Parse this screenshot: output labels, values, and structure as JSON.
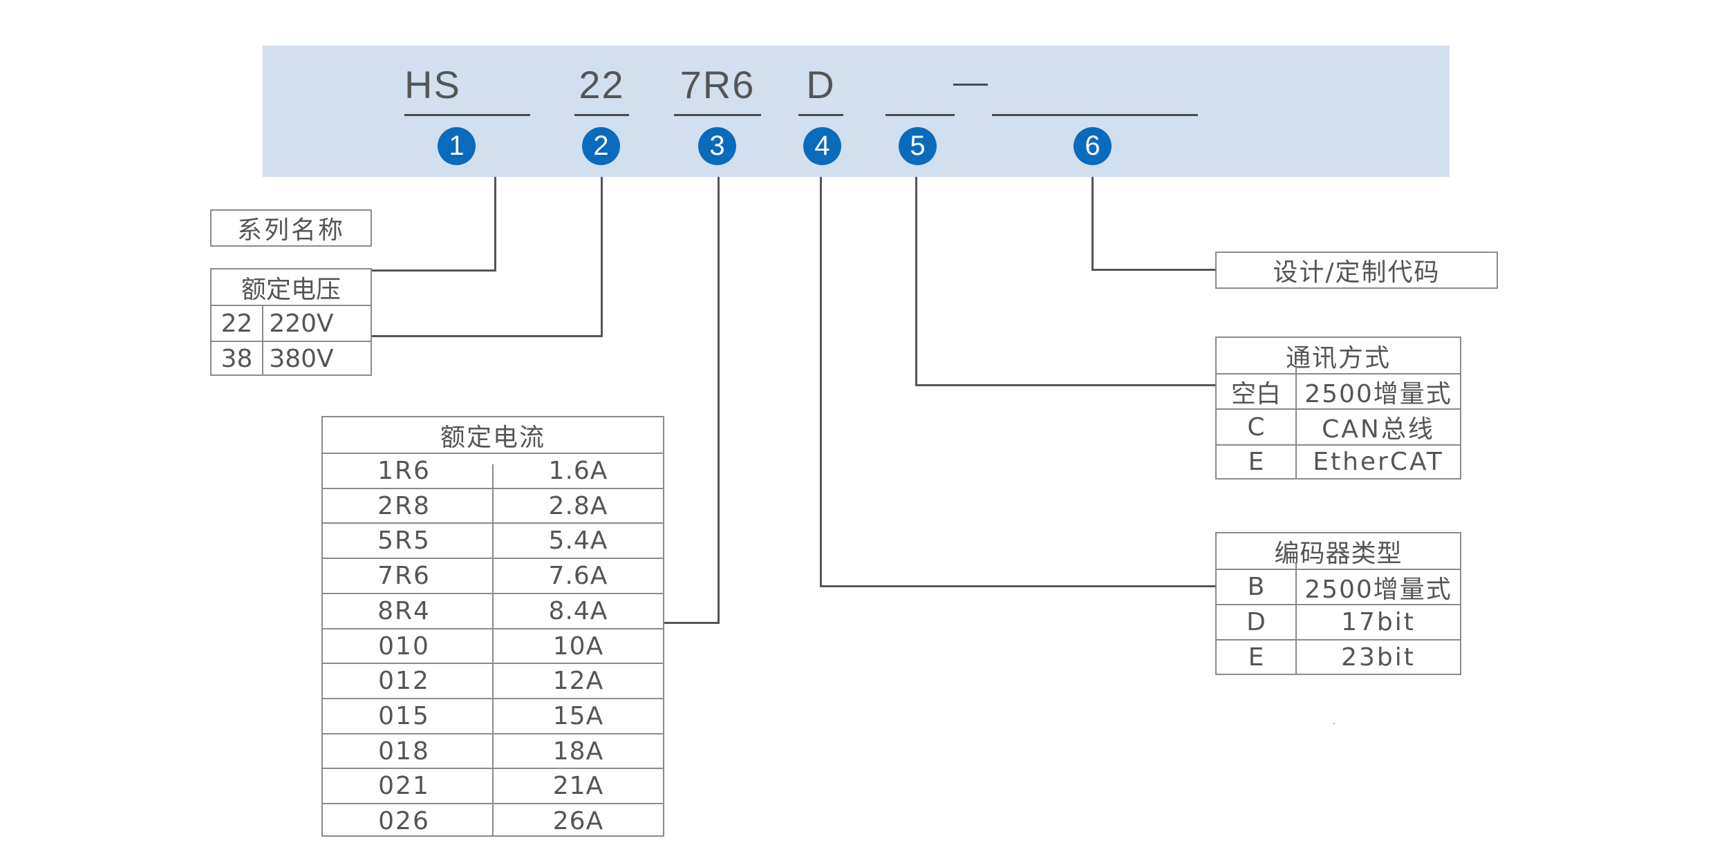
{
  "model_code": {
    "segments": [
      {
        "index": "1",
        "text": "HS"
      },
      {
        "index": "2",
        "text": "22"
      },
      {
        "index": "3",
        "text": "7R6"
      },
      {
        "index": "4",
        "text": "D"
      },
      {
        "index": "5",
        "text": ""
      },
      {
        "index": "6",
        "text": ""
      }
    ],
    "separator": "—"
  },
  "series_name": {
    "title": "系列名称"
  },
  "rated_voltage": {
    "title": "额定电压",
    "rows": [
      {
        "code": "22",
        "value": "220V"
      },
      {
        "code": "38",
        "value": "380V"
      }
    ]
  },
  "rated_current": {
    "title": "额定电流",
    "rows": [
      {
        "code": "1R6",
        "value": "1.6A"
      },
      {
        "code": "2R8",
        "value": "2.8A"
      },
      {
        "code": "5R5",
        "value": "5.4A"
      },
      {
        "code": "7R6",
        "value": "7.6A"
      },
      {
        "code": "8R4",
        "value": "8.4A"
      },
      {
        "code": "010",
        "value": "10A"
      },
      {
        "code": "012",
        "value": "12A"
      },
      {
        "code": "015",
        "value": "15A"
      },
      {
        "code": "018",
        "value": "18A"
      },
      {
        "code": "021",
        "value": "21A"
      },
      {
        "code": "026",
        "value": "26A"
      }
    ]
  },
  "custom_code": {
    "title": "设计/定制代码"
  },
  "communication": {
    "title": "通讯方式",
    "rows": [
      {
        "code": "空白",
        "value": "2500增量式"
      },
      {
        "code": "C",
        "value": "CAN总线"
      },
      {
        "code": "E",
        "value": "EtherCAT"
      }
    ]
  },
  "encoder_type": {
    "title": "编码器类型",
    "rows": [
      {
        "code": "B",
        "value": "2500增量式"
      },
      {
        "code": "D",
        "value": "17bit"
      },
      {
        "code": "E",
        "value": "23bit"
      }
    ]
  },
  "colors": {
    "bar_background": "#d1dfee",
    "badge": "#0a6bbd",
    "text": "#555555",
    "connector": "#555555"
  }
}
